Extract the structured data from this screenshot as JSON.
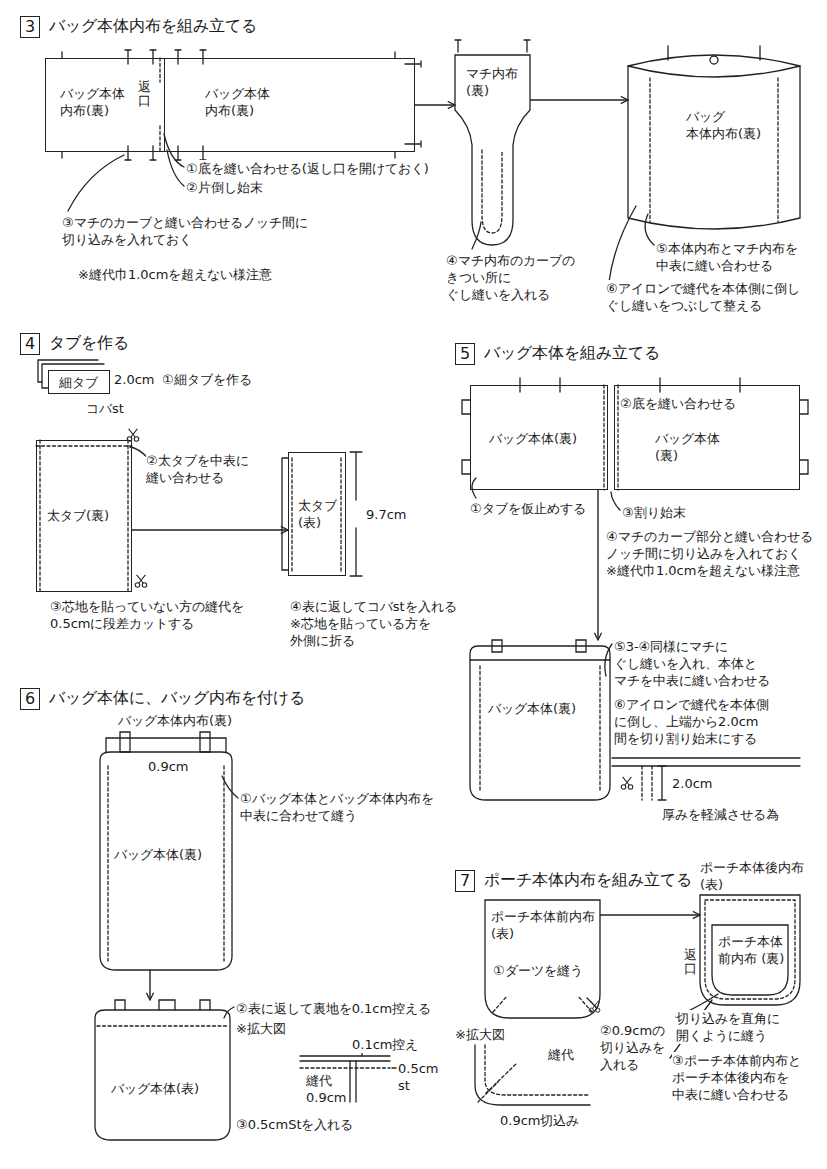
{
  "diagram": {
    "nodes": [
      {
        "text": [
          "3",
          "バッグ本体内布を組み立てる"
        ]
      },
      {
        "text": [
          "バッグ本体 内布(裏)"
        ]
      },
      {
        "text": [
          "バッグ本体 内布(裏)"
        ]
      },
      {
        "text": [
          "マチ内布 (裏)"
        ]
      },
      {
        "text": [
          "バッグ 本体内布(裏)"
        ]
      },
      {
        "text": [
          "4",
          "タブを作る"
        ]
      },
      {
        "text": [
          "細タブ"
        ]
      },
      {
        "text": [
          "太タブ(裏)"
        ]
      },
      {
        "text": [
          "太タブ (表)"
        ]
      },
      {
        "text": [
          "5",
          "バッグ本体を組み立てる"
        ]
      },
      {
        "text": [
          "バッグ本体(裏)"
        ]
      },
      {
        "text": [
          "バッグ本体 (裏)"
        ]
      },
      {
        "text": [
          "バッグ本体(裏)"
        ]
      },
      {
        "text": [
          "6",
          "バッグ本体に、バッグ内布を付ける"
        ]
      },
      {
        "text": [
          "バッグ本体(裏)"
        ]
      },
      {
        "text": [
          "バッグ本体(表)"
        ]
      },
      {
        "text": [
          "7",
          "ポーチ本体内布を組み立てる"
        ]
      },
      {
        "text": [
          "ポーチ本体前内布 (表)"
        ]
      },
      {
        "text": [
          "ポーチ本体後内布 (表)"
        ]
      },
      {
        "text": [
          "ポーチ本体 前内布 (裏)"
        ],
        "in": 18
      }
    ],
    "edges": [
      {
        "from": 2,
        "to": 3,
        "arrow": "to"
      },
      {
        "from": 3,
        "to": 4,
        "arrow": "to"
      },
      {
        "from": 7,
        "to": 8,
        "arrow": "to"
      },
      {
        "from": 10,
        "to": 12,
        "arrow": "to"
      },
      {
        "from": 14,
        "to": 15,
        "arrow": "to"
      },
      {
        "from": 17,
        "to": 18,
        "arrow": "to"
      }
    ],
    "labels": [
      "返口",
      "①底を縫い合わせる(返し口を開けておく)",
      "②片倒し始末",
      "③マチのカーブと縫い合わせるノッチ間に 切り込みを入れておく",
      "※縫代巾1.0cmを超えない様注意",
      "④マチ内布のカーブの きつい所に ぐし縫いを入れる",
      "⑤本体内布とマチ内布を 中表に縫い合わせる",
      "⑥アイロンで縫代を本体側に倒し ぐし縫いをつぶして整える",
      "2.0cm",
      "コバst",
      "①細タブを作る",
      "②太タブを中表に 縫い合わせる",
      "③芯地を貼っていない方の縫代を 0.5cmに段差カットする",
      "9.7cm",
      "④表に返してコバstを入れる ※芯地を貼っている方を 外側に折る",
      "②底を縫い合わせる",
      "①タブを仮止めする",
      "③割り始末",
      "④マチのカーブ部分と縫い合わせる ノッチ間に切り込みを入れておく ※縫代巾1.0cmを超えない様注意",
      "⑤3-④同様にマチに ぐし縫いを入れ、本体と マチを中表に縫い合わせる",
      "⑥アイロンで縫代を本体側 に倒し、上端から2.0cm 間を切り割り始末にする",
      "2.0cm",
      "厚みを軽減させる為",
      "バッグ本体内布(裏)",
      "0.9cm",
      "①バッグ本体とバッグ本体内布を 中表に合わせて縫う",
      "②表に返して裏地を0.1cm控える",
      "※拡大図",
      "0.1cm控え",
      "0.5cm st",
      "縫代 0.9cm",
      "③0.5cmStを入れる",
      "①ダーツを縫う",
      "※拡大図",
      "縫代",
      "0.9cm切込み",
      "②0.9cmの 切り込みを 入れる",
      "返口",
      "切り込みを直角に 開くように縫う",
      "③ポーチ本体前内布と ポーチ本体後内布を 中表に縫い合わせる"
    ]
  }
}
